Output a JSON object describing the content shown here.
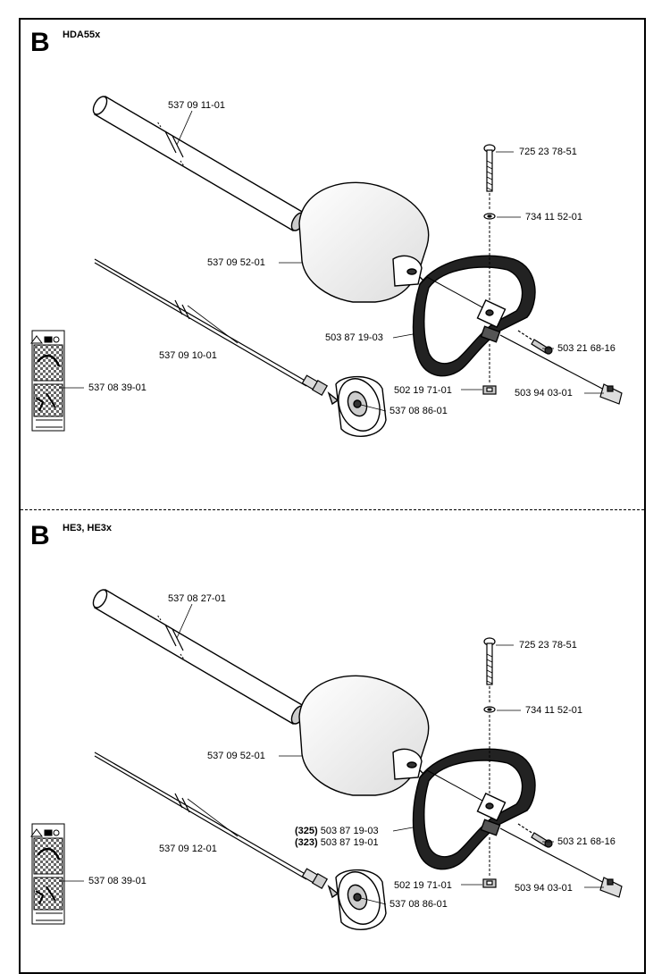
{
  "sections": [
    {
      "letter": "B",
      "model": "HDA55x",
      "parts": {
        "tube": "537 09 11-01",
        "bolt": "725 23 78-51",
        "washer": "734 11 52-01",
        "guard": "537 09 52-01",
        "handle": "503 87 19-03",
        "shaft": "537 09 10-01",
        "screw": "503 21 68-16",
        "decal": "537 08 39-01",
        "nut": "502 19 71-01",
        "bracket": "503 94 03-01",
        "bearing": "537 08 86-01"
      }
    },
    {
      "letter": "B",
      "model": "HE3, HE3x",
      "parts": {
        "tube": "537 08 27-01",
        "bolt": "725 23 78-51",
        "washer": "734 11 52-01",
        "guard": "537 09 52-01",
        "handle_a_prefix": "(325)",
        "handle_a": "503 87 19-03",
        "handle_b_prefix": "(323)",
        "handle_b": "503 87 19-01",
        "shaft": "537 09 12-01",
        "screw": "503 21 68-16",
        "decal": "537 08 39-01",
        "nut": "502 19 71-01",
        "bracket": "503 94 03-01",
        "bearing": "537 08 86-01"
      }
    }
  ]
}
